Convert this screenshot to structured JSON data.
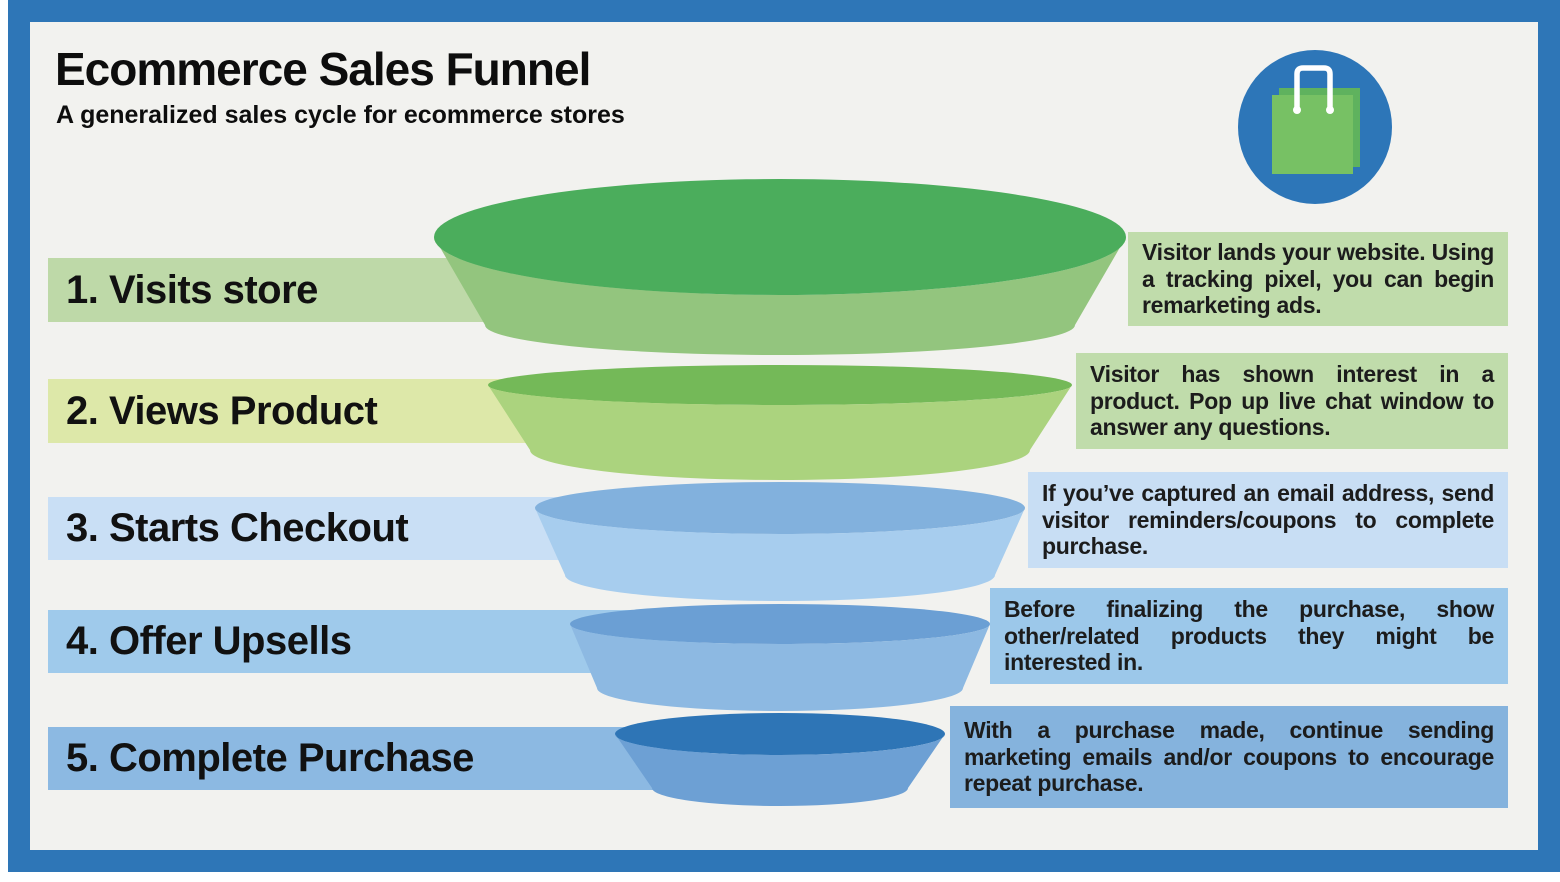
{
  "header": {
    "title": "Ecommerce Sales Funnel",
    "subtitle": "A generalized sales cycle for ecommerce stores"
  },
  "logo": {
    "icon": "shopping-bag-icon",
    "circle_color": "#2d76b8",
    "bag_front_color": "#77c164",
    "bag_back_color": "#5fb25e",
    "handle_color": "#ffffff"
  },
  "colors": {
    "frame": "#2e76b7",
    "canvas": "#f2f2ef",
    "text": "#111111"
  },
  "stages": [
    {
      "label": "1. Visits store",
      "description": "Visitor lands your website. Using a tracking pixel, you can begin remarketing ads.",
      "label_bg": "#bed9a8",
      "desc_bg": "#c0dcab",
      "rim": "#4bad5c",
      "body": "#93c57e"
    },
    {
      "label": "2. Views Product",
      "description": "Visitor has shown interest in a product. Pop up live chat window to answer any questions.",
      "label_bg": "#dde8a9",
      "desc_bg": "#c0dcab",
      "rim": "#74b958",
      "body": "#abd37e"
    },
    {
      "label": "3. Starts Checkout",
      "description": "If you’ve captured an email address, send visitor reminders/coupons to complete purchase.",
      "label_bg": "#c9dff5",
      "desc_bg": "#c8def4",
      "rim": "#82b1dd",
      "body": "#a7cdee"
    },
    {
      "label": "4. Offer Upsells",
      "description": "Before finalizing the purchase, show other/related products they might be interested in.",
      "label_bg": "#9fcaeb",
      "desc_bg": "#9cc8ea",
      "rim": "#6b9fd4",
      "body": "#8db9e2"
    },
    {
      "label": "5. Complete Purchase",
      "description": "With a purchase made, continue sending marketing emails and/or coupons to encourage repeat purchase.",
      "label_bg": "#8cb9e2",
      "desc_bg": "#85b3dd",
      "rim": "#2e75b6",
      "body": "#6da0d4"
    }
  ]
}
